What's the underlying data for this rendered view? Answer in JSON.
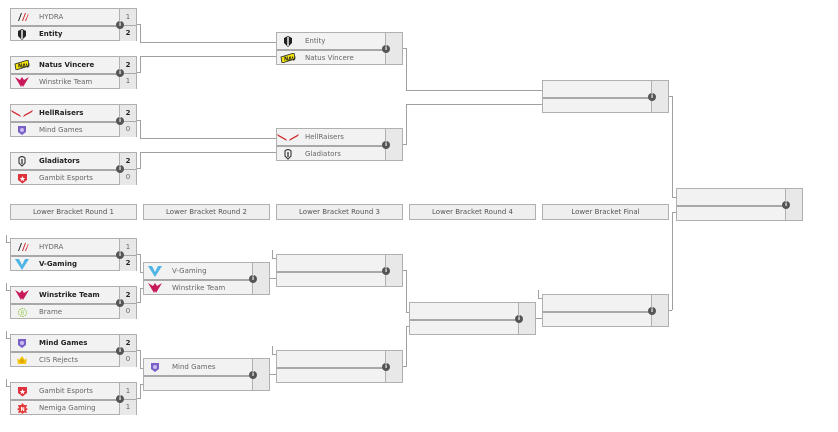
{
  "round_labels": [
    "Lower Bracket Round 1",
    "Lower Bracket Round 2",
    "Lower Bracket Round 3",
    "Lower Bracket Round 4",
    "Lower Bracket Final"
  ],
  "upper": {
    "r1": [
      {
        "t1": {
          "name": "HYDRA",
          "score": "1",
          "logo": "hydra-logo"
        },
        "t2": {
          "name": "Entity",
          "score": "2",
          "logo": "entity-logo"
        },
        "winner": 2
      },
      {
        "t1": {
          "name": "Natus Vincere",
          "score": "2",
          "logo": "navi-logo"
        },
        "t2": {
          "name": "Winstrike Team",
          "score": "1",
          "logo": "winstrike-logo"
        },
        "winner": 1
      },
      {
        "t1": {
          "name": "HellRaisers",
          "score": "2",
          "logo": "hellraisers-logo"
        },
        "t2": {
          "name": "Mind Games",
          "score": "0",
          "logo": "mindgames-logo"
        },
        "winner": 1
      },
      {
        "t1": {
          "name": "Gladiators",
          "score": "2",
          "logo": "gladiators-logo"
        },
        "t2": {
          "name": "Gambit Esports",
          "score": "0",
          "logo": "gambit-logo"
        },
        "winner": 1
      }
    ],
    "r2": [
      {
        "t1": {
          "name": "Entity",
          "logo": "entity-logo"
        },
        "t2": {
          "name": "Natus Vincere",
          "logo": "navi-logo"
        }
      },
      {
        "t1": {
          "name": "HellRaisers",
          "logo": "hellraisers-logo"
        },
        "t2": {
          "name": "Gladiators",
          "logo": "gladiators-logo"
        }
      }
    ]
  },
  "lower": {
    "r1": [
      {
        "t1": {
          "name": "HYDRA",
          "score": "1",
          "logo": "hydra-logo"
        },
        "t2": {
          "name": "V-Gaming",
          "score": "2",
          "logo": "vgaming-logo"
        },
        "winner": 2
      },
      {
        "t1": {
          "name": "Winstrike Team",
          "score": "2",
          "logo": "winstrike-logo"
        },
        "t2": {
          "name": "Brame",
          "score": "0",
          "logo": "brame-logo"
        },
        "winner": 1
      },
      {
        "t1": {
          "name": "Mind Games",
          "score": "2",
          "logo": "mindgames-logo"
        },
        "t2": {
          "name": "CIS Rejects",
          "score": "0",
          "logo": "cisrejects-logo"
        },
        "winner": 1
      },
      {
        "t1": {
          "name": "Gambit Esports",
          "score": "1",
          "logo": "gambit-logo"
        },
        "t2": {
          "name": "Nemiga Gaming",
          "score": "1",
          "logo": "nemiga-logo"
        },
        "winner": 0
      }
    ],
    "r2": [
      {
        "t1": {
          "name": "V-Gaming",
          "logo": "vgaming-logo"
        },
        "t2": {
          "name": "Winstrike Team",
          "logo": "winstrike-logo"
        }
      },
      {
        "t1": {
          "name": "Mind Games",
          "logo": "mindgames-logo"
        },
        "t2": {
          "name": "",
          "logo": ""
        }
      }
    ]
  },
  "info_glyph": "i",
  "colors": {
    "hydra_red": "#d0242a",
    "entity_black": "#222222",
    "navi_yellow": "#f5e50a",
    "winstrike_pink": "#c8195a",
    "hellraisers_red": "#d0242a",
    "mindgames_purple": "#7a5fc8",
    "gladiators_gray": "#444444",
    "gambit_red": "#e0323c",
    "vgaming_blue": "#4fb5e6",
    "brame_green": "#8dc640",
    "cisrejects_yellow": "#f2c40a",
    "nemiga_red": "#e33a3a"
  }
}
